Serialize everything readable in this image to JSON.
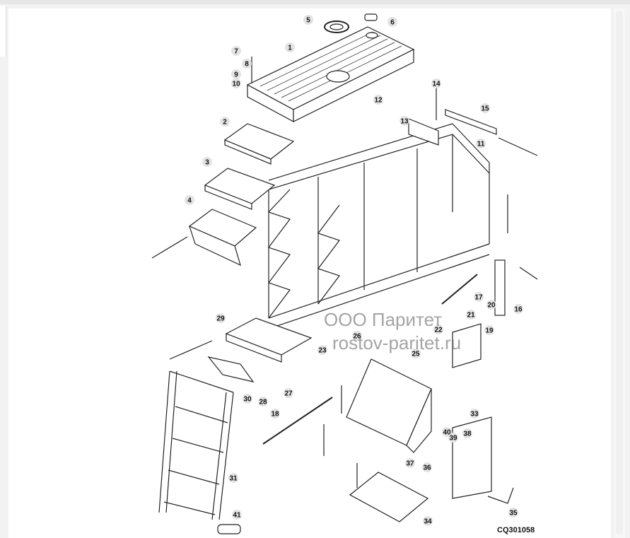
{
  "watermark": {
    "line1": "ООО Паритет",
    "line2": "rostov-paritet.ru"
  },
  "drawing_code": "CQ301058",
  "callouts": [
    "1",
    "2",
    "3",
    "4",
    "5",
    "6",
    "7",
    "8",
    "9",
    "10",
    "11",
    "12",
    "13",
    "14",
    "15",
    "16",
    "17",
    "18",
    "19",
    "20",
    "21",
    "22",
    "23",
    "25",
    "26",
    "27",
    "28",
    "29",
    "30",
    "31",
    "33",
    "34",
    "35",
    "36",
    "37",
    "38",
    "39",
    "40",
    "41"
  ],
  "colors": {
    "line": "#222222",
    "callout_fill": "#e3e3e3",
    "watermark": "#5a5a5a"
  }
}
